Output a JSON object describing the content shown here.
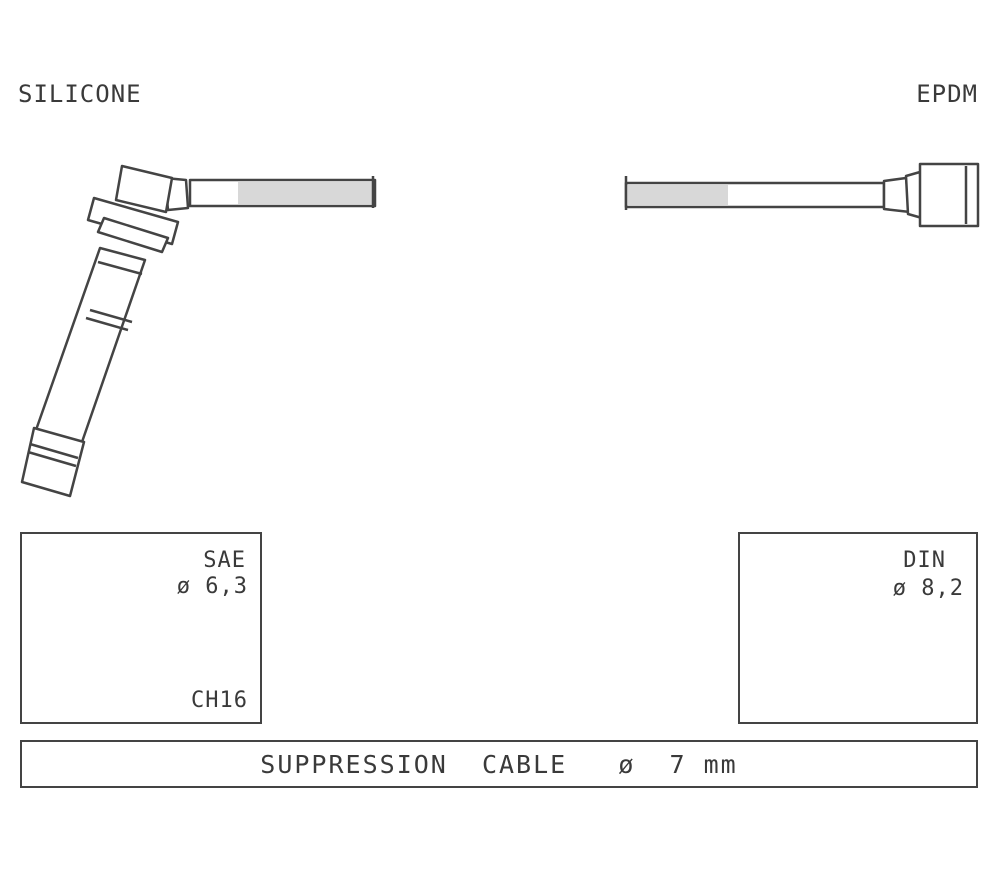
{
  "labels": {
    "left_material": "SILICONE",
    "right_material": "EPDM"
  },
  "left_box": {
    "standard": "SAE",
    "diameter": "ø 6,3",
    "code": "CH16"
  },
  "right_box": {
    "standard": "DIN",
    "diameter": "ø 8,2"
  },
  "cable": {
    "label": "SUPPRESSION  CABLE   ø  7 mm"
  },
  "colors": {
    "line": "#444444",
    "cable_shade": "#d8d8d8"
  }
}
